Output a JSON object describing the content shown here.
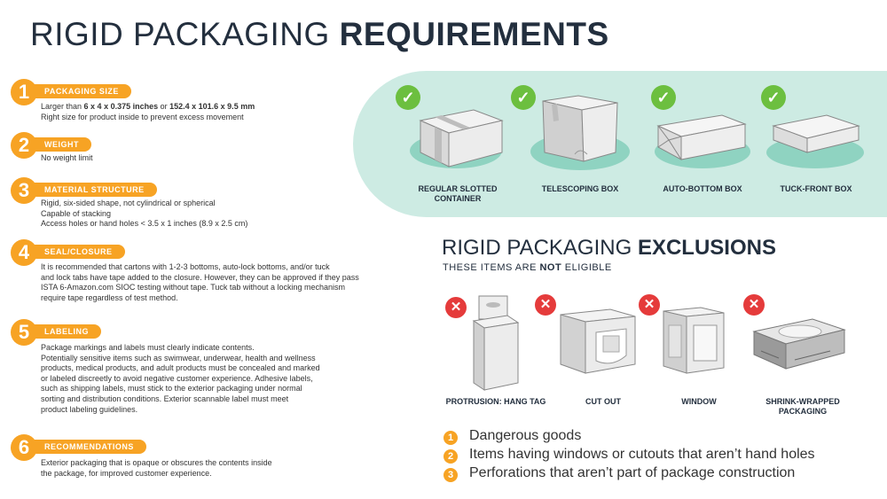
{
  "title": {
    "light": "RIGID PACKAGING",
    "bold": "REQUIREMENTS"
  },
  "requirements": [
    {
      "num": "1",
      "label": "PACKAGING SIZE",
      "line1_pre": "Larger than ",
      "line1_bold": "6 x 4 x 0.375 inches",
      "line1_mid": " or ",
      "line1_bold2": "152.4 x 101.6 x 9.5 mm",
      "lines": [
        "Right size for product inside to prevent excess movement"
      ]
    },
    {
      "num": "2",
      "label": "WEIGHT",
      "lines": [
        "No weight limit"
      ]
    },
    {
      "num": "3",
      "label": "MATERIAL STRUCTURE",
      "lines": [
        "Rigid, six-sided shape, not cylindrical or spherical",
        "Capable of stacking",
        "Access holes or hand holes < 3.5 x 1 inches (8.9 x 2.5 cm)"
      ]
    },
    {
      "num": "4",
      "label": "SEAL/CLOSURE",
      "lines": [
        "It is recommended that cartons with 1-2-3 bottoms, auto-lock bottoms, and/or tuck",
        "and lock tabs have tape added to the closure. However, they can be approved if they pass",
        "ISTA 6-Amazon.com SIOC testing without tape. Tuck tab without a locking mechanism",
        "require tape regardless of test method."
      ]
    },
    {
      "num": "5",
      "label": "LABELING",
      "lines": [
        "Package markings and labels must clearly indicate contents.",
        "Potentially sensitive items such as swimwear, underwear, health and wellness",
        "products, medical products, and adult products must be concealed and marked",
        "or labeled discreetly to avoid negative customer experience. Adhesive labels,",
        "such as shipping labels, must stick to the exterior packaging under normal",
        "sorting and distribution conditions. Exterior scannable label must meet",
        "product labeling guidelines."
      ]
    },
    {
      "num": "6",
      "label": "RECOMMENDATIONS",
      "lines": [
        "Exterior packaging that is opaque or obscures the contents inside",
        "the package, for improved customer experience."
      ]
    }
  ],
  "acceptable": [
    {
      "line1": "REGULAR SLOTTED",
      "line2": "CONTAINER",
      "icon": "check-icon"
    },
    {
      "line1": "TELESCOPING BOX",
      "line2": "",
      "icon": "check-icon"
    },
    {
      "line1": "AUTO-BOTTOM BOX",
      "line2": "",
      "icon": "check-icon"
    },
    {
      "line1": "TUCK-FRONT BOX",
      "line2": "",
      "icon": "check-icon"
    }
  ],
  "exclusions": {
    "title_light": "RIGID PACKAGING",
    "title_bold": "EXCLUSIONS",
    "sub_pre": "THESE ITEMS ARE ",
    "sub_bold": "NOT",
    "sub_post": " ELIGIBLE",
    "items": [
      {
        "line1": "PROTRUSION: HANG TAG",
        "line2": "",
        "icon": "x-icon"
      },
      {
        "line1": "CUT OUT",
        "line2": "",
        "icon": "x-icon"
      },
      {
        "line1": "WINDOW",
        "line2": "",
        "icon": "x-icon"
      },
      {
        "line1": "SHRINK-WRAPPED",
        "line2": "PACKAGING",
        "icon": "x-icon"
      }
    ],
    "list": [
      {
        "num": "1",
        "text": "Dangerous goods"
      },
      {
        "num": "2",
        "text": "Items having windows or cutouts that aren’t hand holes"
      },
      {
        "num": "3",
        "text": "Perforations that aren’t part of package construction"
      }
    ]
  },
  "colors": {
    "accent": "#f7a324",
    "teal_bg": "#cdebe3",
    "teal_ellipse": "#8fd3c1",
    "check": "#6cbf3f",
    "cross": "#e53b3b",
    "navy": "#232f3e"
  }
}
